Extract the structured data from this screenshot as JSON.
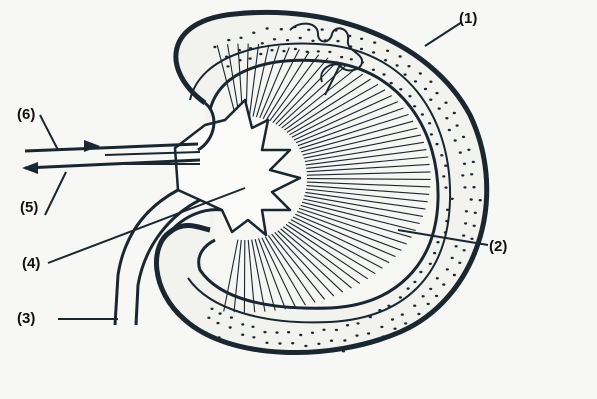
{
  "labels": {
    "l1": "(1)",
    "l2": "(2)",
    "l3": "(3)",
    "l4": "(4)",
    "l5": "(5)",
    "l6": "(6)"
  },
  "colors": {
    "ink": "#1a2630",
    "cortex_fill": "#f2f2ee",
    "medulla_fill": "#f6f6f3",
    "background": "#f7f7f5"
  }
}
